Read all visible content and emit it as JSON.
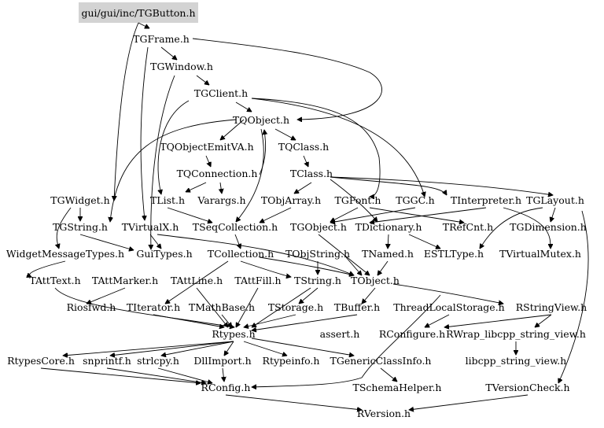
{
  "colors": {
    "root_fill": "#d3d3d3",
    "edge": "#000000",
    "text": "#000000",
    "background": "#ffffff"
  },
  "nodes": {
    "root": "gui/gui/inc/TGButton.h",
    "tgframe": "TGFrame.h",
    "tgwindow": "TGWindow.h",
    "tgclient": "TGClient.h",
    "tqobject": "TQObject.h",
    "tqobjectemitva": "TQObjectEmitVA.h",
    "tqclass": "TQClass.h",
    "tqconnection": "TQConnection.h",
    "tclass": "TClass.h",
    "tgwidget": "TGWidget.h",
    "tlist": "TList.h",
    "varargs": "Varargs.h",
    "tobjarray": "TObjArray.h",
    "tgfont": "TGFont.h",
    "tggc": "TGGC.h",
    "tinterpreter": "TInterpreter.h",
    "tglayout": "TGLayout.h",
    "tgstring": "TGString.h",
    "tvirtualx": "TVirtualX.h",
    "tseqcollection": "TSeqCollection.h",
    "tgobject": "TGObject.h",
    "tdictionary": "TDictionary.h",
    "trefcnt": "TRefCnt.h",
    "tgdimension": "TGDimension.h",
    "widgetmessagetypes": "WidgetMessageTypes.h",
    "guitypes": "GuiTypes.h",
    "tcollection": "TCollection.h",
    "tobjstring": "TObjString.h",
    "tnamed": "TNamed.h",
    "estltype": "ESTLType.h",
    "tvirtualmutex": "TVirtualMutex.h",
    "tatttext": "TAttText.h",
    "tattmarker": "TAttMarker.h",
    "tattline": "TAttLine.h",
    "tattfill": "TAttFill.h",
    "tstring": "TString.h",
    "tobject": "TObject.h",
    "riosfwd": "Riosfwd.h",
    "titerator": "TIterator.h",
    "tmathbase": "TMathBase.h",
    "tstorage": "TStorage.h",
    "tbuffer": "TBuffer.h",
    "threadlocalstorage": "ThreadLocalStorage.h",
    "rstringview": "RStringView.h",
    "rtypes": "Rtypes.h",
    "assert": "assert.h",
    "rconfigure": "RConfigure.h",
    "rwrap": "RWrap_libcpp_string_view.h",
    "rtypescore": "RtypesCore.h",
    "snprintf": "snprintf.h",
    "strlcpy": "strlcpy.h",
    "dllimport": "DllImport.h",
    "rtypeinfo": "Rtypeinfo.h",
    "tgenericclassinfo": "TGenericClassInfo.h",
    "libcpp": "libcpp_string_view.h",
    "rconfig": "RConfig.h",
    "tschemahelper": "TSchemaHelper.h",
    "tversioncheck": "TVersionCheck.h",
    "rversion": "RVersion.h"
  }
}
